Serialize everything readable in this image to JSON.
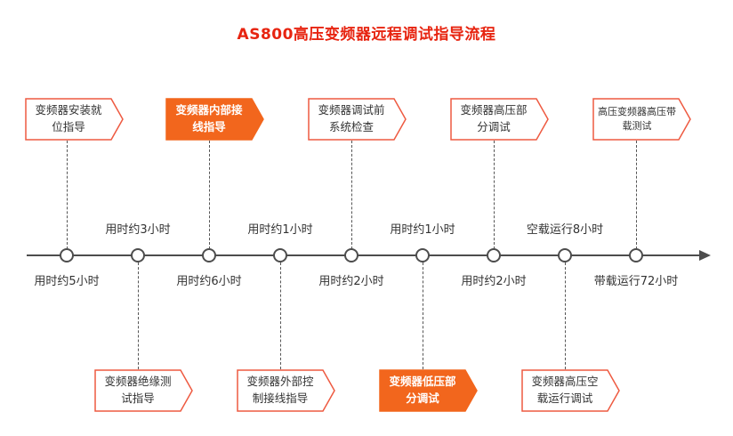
{
  "title": "AS800高压变频器远程调试指导流程",
  "colors": {
    "title": "#e72410",
    "border": "#ee5a41",
    "highlight": "#f2661d",
    "line": "#4d4d4d",
    "text": "#333333"
  },
  "top_steps": [
    {
      "label": "变频器安装就\n位指导",
      "highlighted": false
    },
    {
      "label": "变频器内部接\n线指导",
      "highlighted": true
    },
    {
      "label": "变频器调试前\n系统检查",
      "highlighted": false
    },
    {
      "label": "变频器高压部\n分调试",
      "highlighted": false
    },
    {
      "label": "高压变频器高压带\n载测试",
      "highlighted": false
    }
  ],
  "bottom_steps": [
    {
      "label": "变频器绝缘测\n试指导",
      "highlighted": false
    },
    {
      "label": "变频器外部控\n制接线指导",
      "highlighted": false
    },
    {
      "label": "变频器低压部\n分调试",
      "highlighted": true
    },
    {
      "label": "变频器高压空\n载运行调试",
      "highlighted": false
    }
  ],
  "durations_above": [
    "用时约3小时",
    "用时约1小时",
    "用时约1小时",
    "空载运行8小时"
  ],
  "durations_below": [
    "用时约5小时",
    "用时约6小时",
    "用时约2小时",
    "用时约2小时",
    "带载运行72小时"
  ]
}
